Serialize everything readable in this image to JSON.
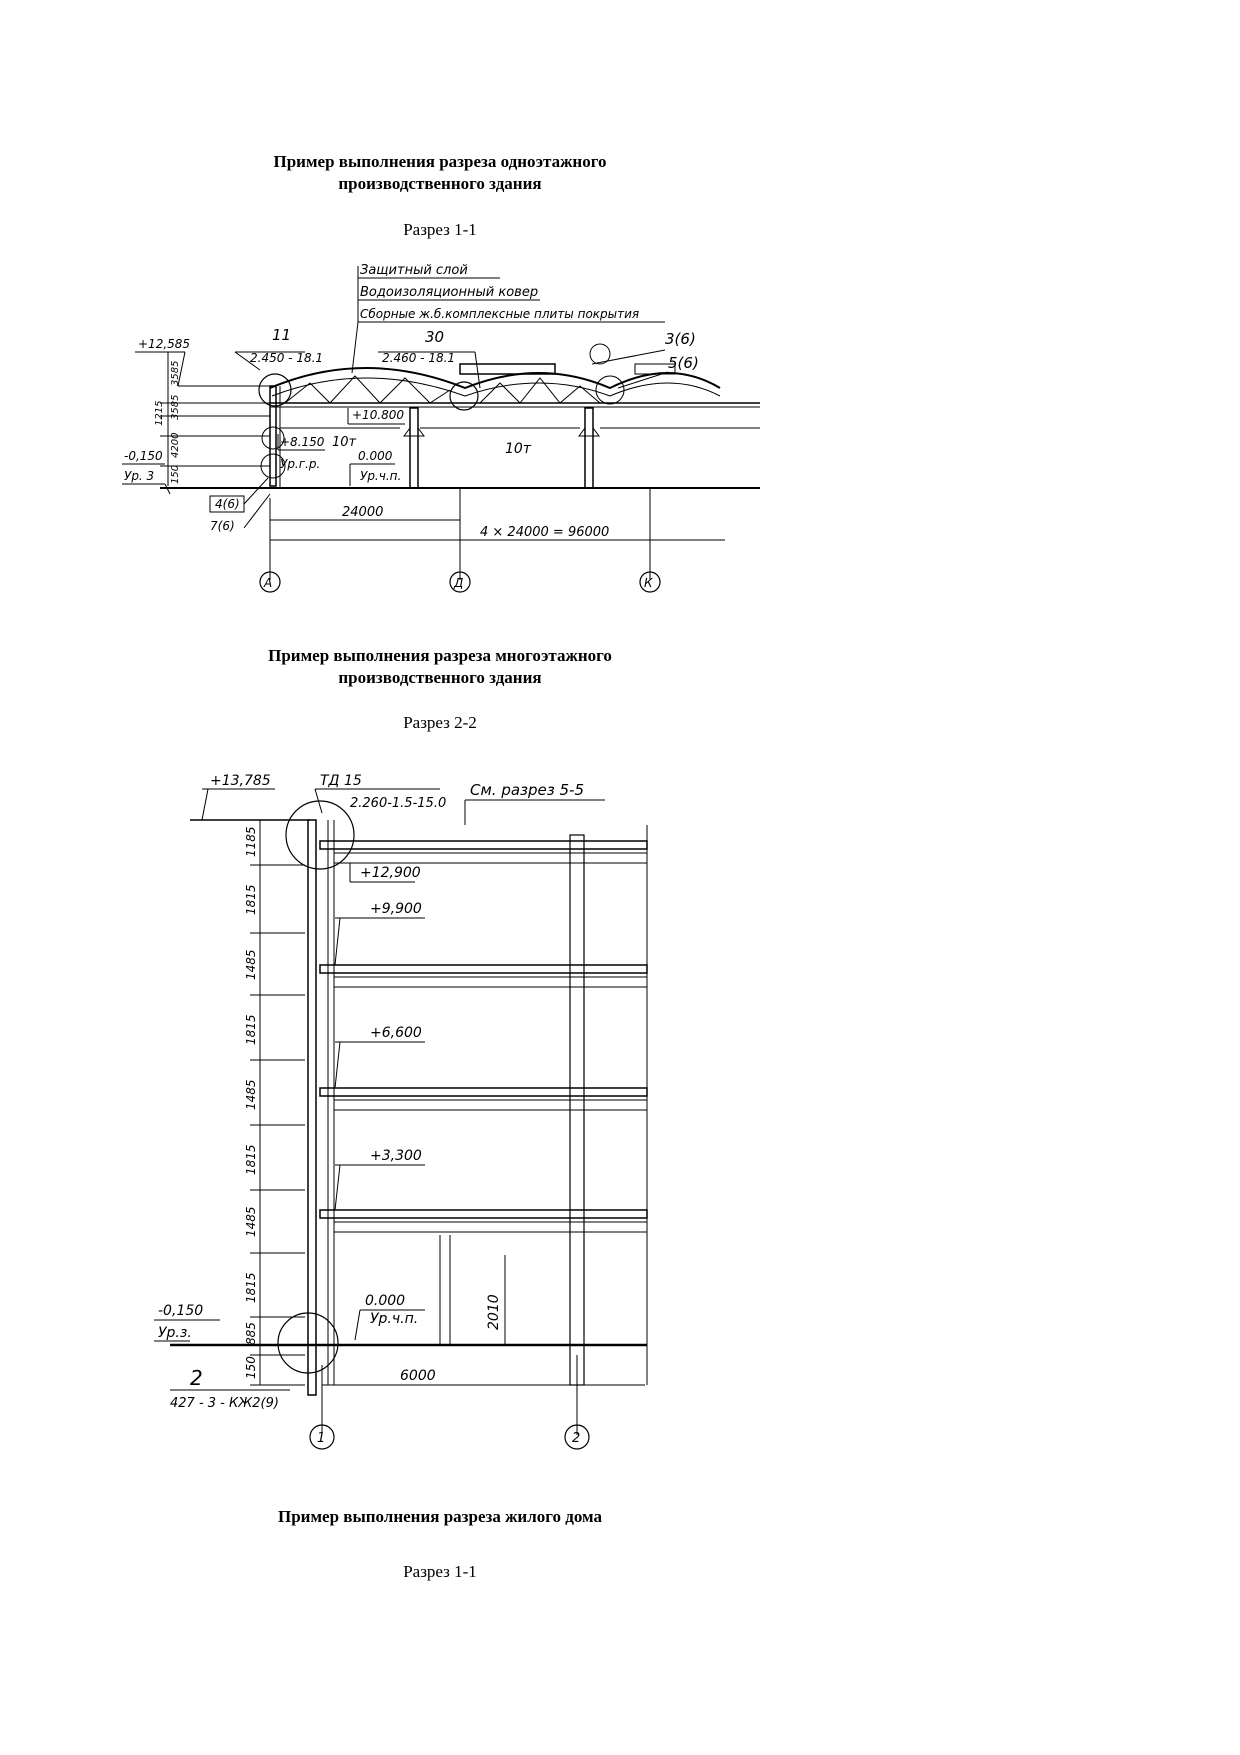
{
  "sections": [
    {
      "title_line1": "Пример выполнения разреза одноэтажного",
      "title_line2": "производственного здания",
      "subtitle": "Разрез 1-1"
    },
    {
      "title_line1": "Пример выполнения разреза многоэтажного",
      "title_line2": "производственного здания",
      "subtitle": "Разрез 2-2"
    },
    {
      "title_line1": "Пример выполнения разреза жилого дома",
      "subtitle": "Разрез 1-1"
    }
  ],
  "drawing1": {
    "layers": [
      "Защитный слой",
      "Водоизоляционный ковер",
      "Сборные ж.б.комплексные плиты покрытия"
    ],
    "mark_top": "+12,585",
    "node_11": "11",
    "node_11_ref": "2.450 - 18.1",
    "node_30": "30",
    "node_30_ref": "2.460 - 18.1",
    "node_3": "3(6)",
    "node_5": "5(6)",
    "dims_left": [
      "3585",
      "1215",
      "3585",
      "4200",
      "150"
    ],
    "mark_10800": "+10.800",
    "mark_8150": "+8.150",
    "ur_gr": "Ур.г.р.",
    "span_10t_a": "10т",
    "span_10t_b": "10т",
    "mark_000": "0.000",
    "ur_chp": "Ур.ч.п.",
    "mark_neg": "-0,150",
    "ur_3": "Ур. 3",
    "node_4": "4(6)",
    "node_7": "7(6)",
    "dim_24000": "24000",
    "dim_total": "4 × 24000 = 96000",
    "axes": [
      "А",
      "Д",
      "К"
    ]
  },
  "drawing2": {
    "mark_top": "+13,785",
    "td": "ТД 15",
    "td_ref": "2.260-1.5-15.0",
    "see_section": "См. разрез 5-5",
    "dims_left": [
      "1185",
      "1815",
      "1485",
      "1815",
      "1485",
      "1815",
      "1485",
      "1815",
      "885",
      "150"
    ],
    "marks": [
      "+12,900",
      "+9,900",
      "+6,600",
      "+3,300"
    ],
    "mark_000": "0.000",
    "ur_chp": "Ур.ч.п.",
    "mark_neg": "-0,150",
    "ur_3": "Ур.з.",
    "dim_2010": "2010",
    "node_2": "2",
    "node_ref": "427 - 3 - КЖ2(9)",
    "dim_6000": "6000",
    "axes": [
      "1",
      "2"
    ]
  }
}
